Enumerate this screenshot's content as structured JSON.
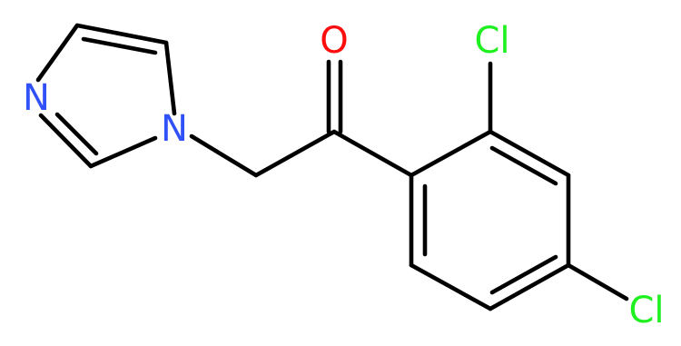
{
  "molecule": {
    "atoms": {
      "n_imidazole": {
        "symbol": "N",
        "color": "#3050f8"
      },
      "n_pyrrole": {
        "symbol": "N",
        "color": "#3050f8"
      },
      "o_carbonyl": {
        "symbol": "O",
        "color": "#ff0d0d"
      },
      "cl_ortho": {
        "symbol": "Cl",
        "color": "#1ff01f"
      },
      "cl_para": {
        "symbol": "Cl",
        "color": "#1ff01f"
      }
    },
    "bond_color": "#000000"
  }
}
